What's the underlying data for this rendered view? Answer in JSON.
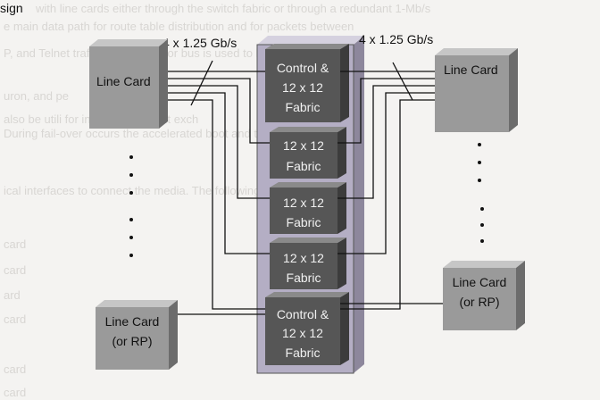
{
  "page": {
    "header_fragment": "sign",
    "background_text": [
      "with line cards either through the switch fabric or through a redundant 1-Mb/s",
      "e main data path for route table distribution and for packets between",
      "P, and Telnet traffic; the processor bus is used to load a backup",
      "uron, and pe",
      "also be utili                   for          information                and it exch",
      "During fail-over occurs the               accelerated boot and takes",
      "ical interfaces to connect the           media. The following cards",
      "card",
      "card",
      "ard",
      "card",
      "card",
      "card"
    ]
  },
  "diagram": {
    "bandwidth_left": "4 x 1.25 Gb/s",
    "bandwidth_right": "4 x 1.25 Gb/s",
    "left_cards": [
      {
        "lines": [
          "Line Card"
        ]
      },
      {
        "lines": [
          "Line Card",
          "(or RP)"
        ]
      }
    ],
    "right_cards": [
      {
        "lines": [
          "Line Card"
        ]
      },
      {
        "lines": [
          "Line Card",
          "(or RP)"
        ]
      }
    ],
    "fabrics": [
      {
        "lines": [
          "Control &",
          "12 x 12",
          "Fabric"
        ]
      },
      {
        "lines": [
          "12 x 12",
          "Fabric"
        ]
      },
      {
        "lines": [
          "12 x 12",
          "Fabric"
        ]
      },
      {
        "lines": [
          "12 x 12",
          "Fabric"
        ]
      },
      {
        "lines": [
          "Control &",
          "12 x 12",
          "Fabric"
        ]
      }
    ],
    "colors": {
      "chassis": "#b4aec4",
      "fabric_face": "#565656",
      "card_face": "#9a9a9a",
      "line": "#111111"
    }
  }
}
